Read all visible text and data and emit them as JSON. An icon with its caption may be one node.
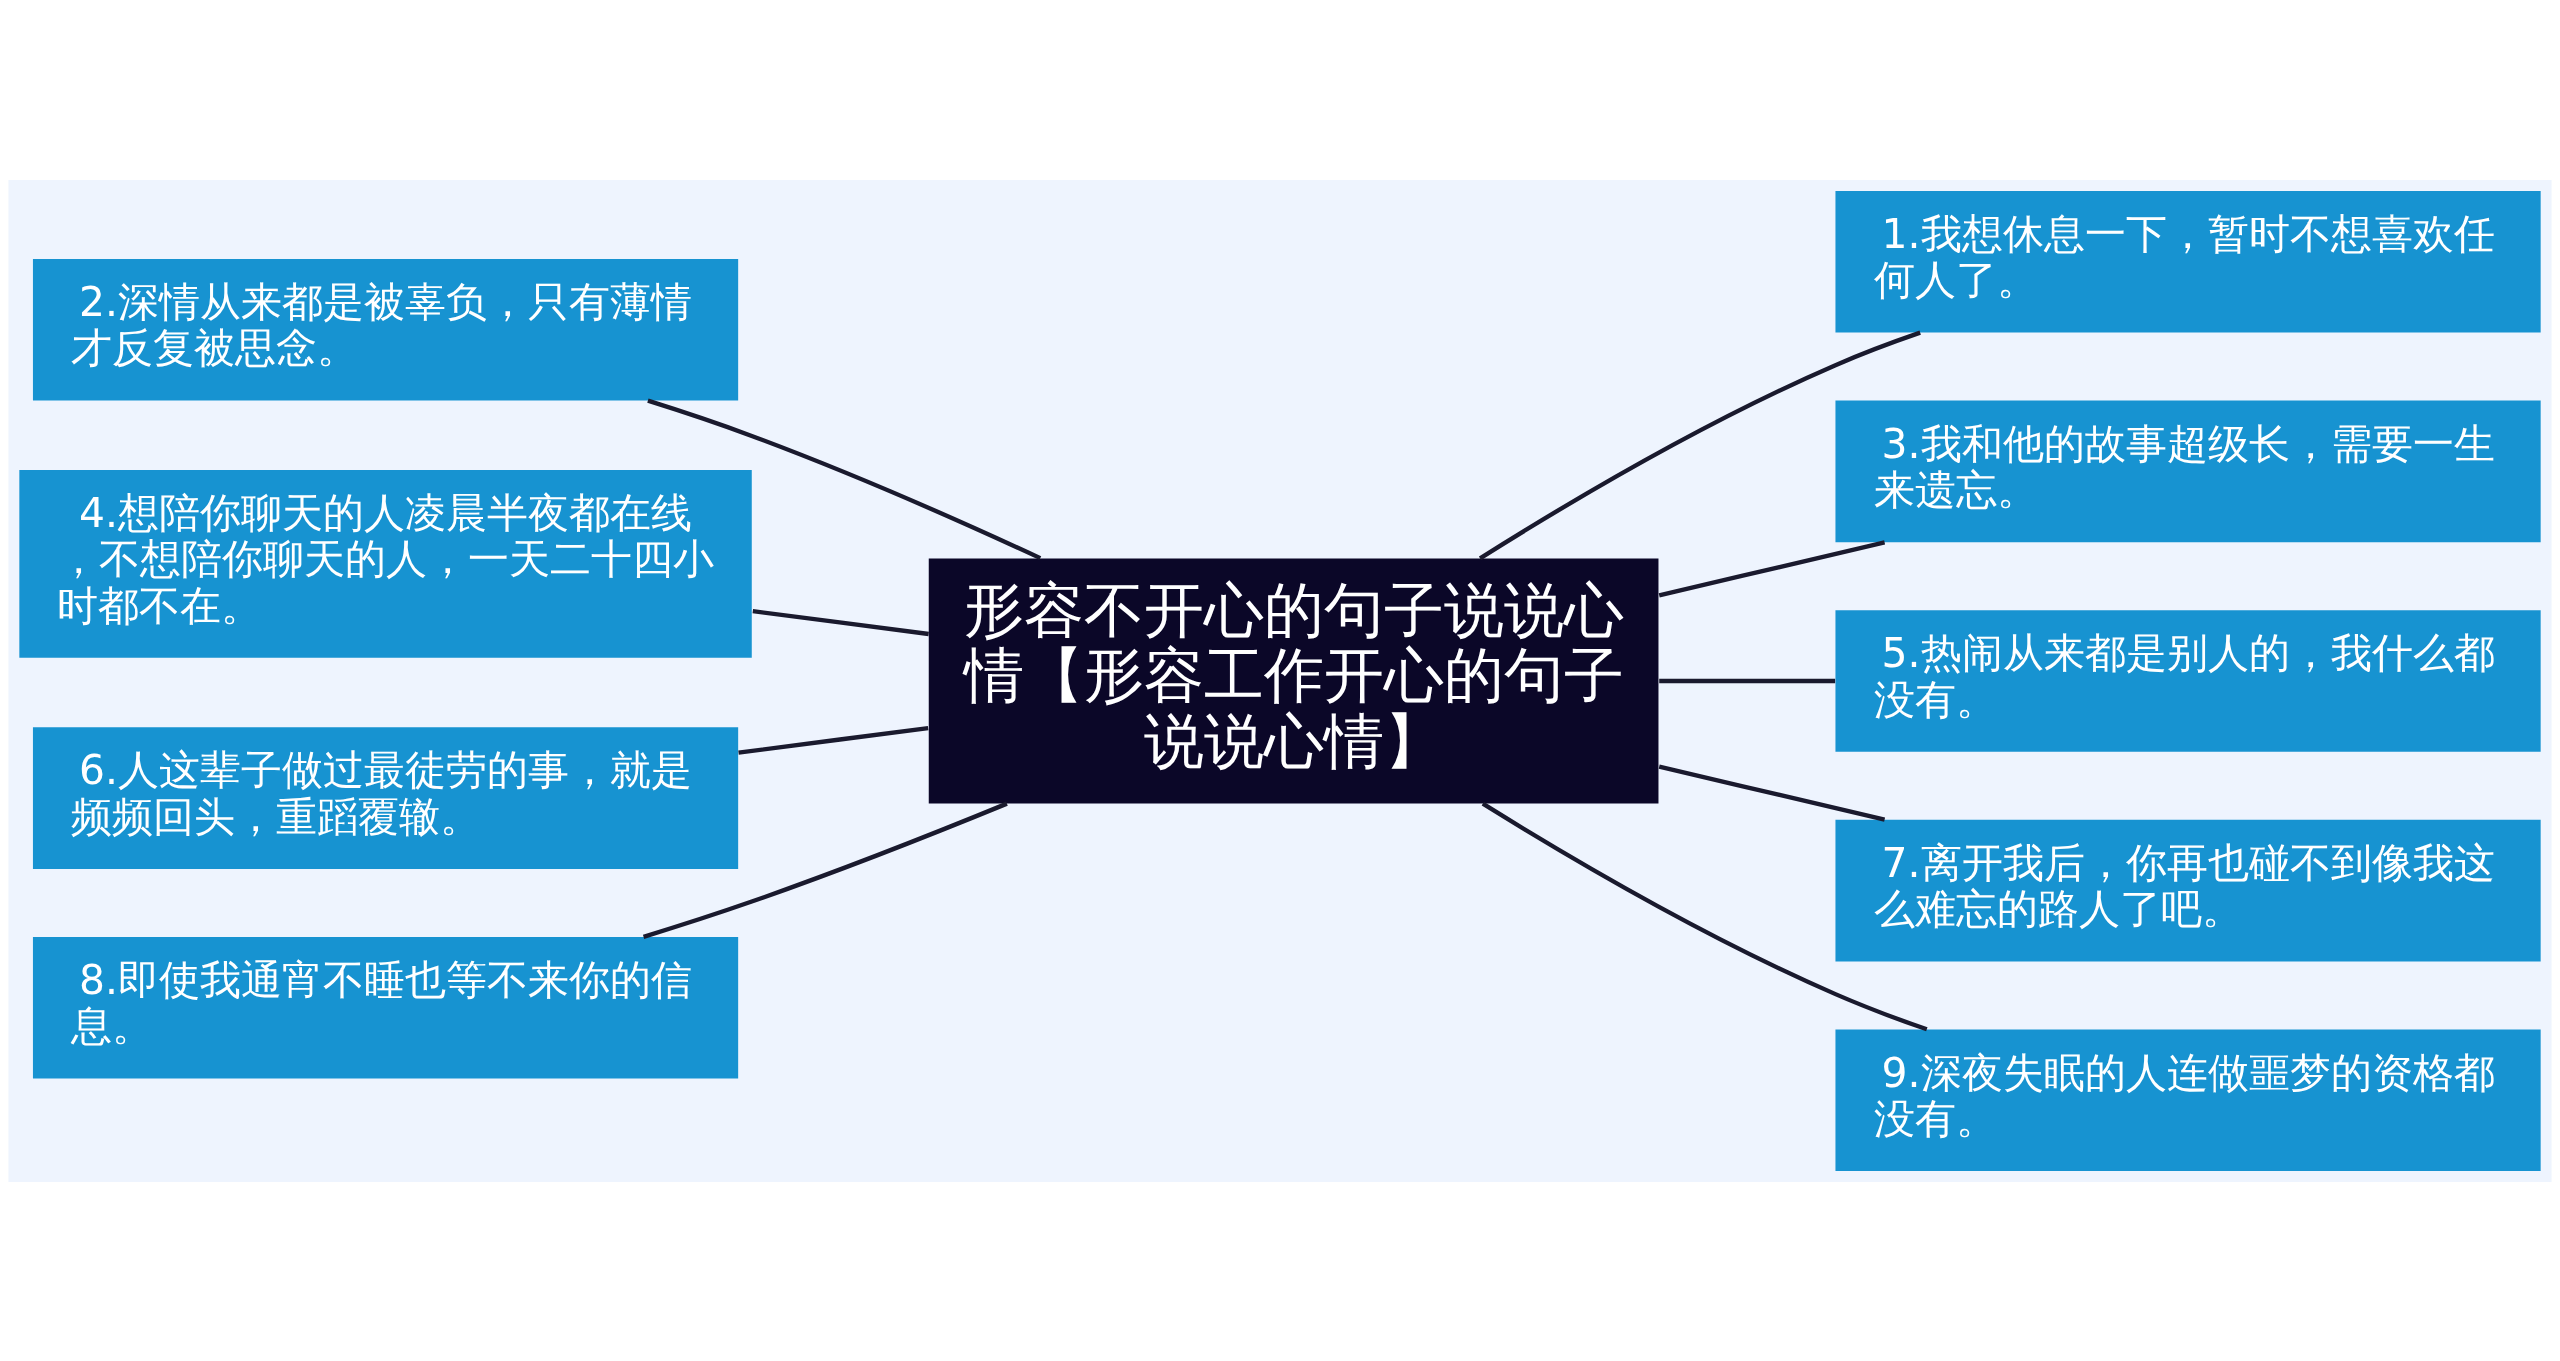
{
  "diagram": {
    "nodes": [
      {
        "text": [
          "形容不开心的句子说说心情【形容工作开心的句子说说心情】"
        ]
      },
      {
        "text": [
          "1.我想休息一下，暂时不想喜欢任何人了。"
        ]
      },
      {
        "text": [
          "2.深情从来都是被辜负，只有薄情才反复被思念。"
        ]
      },
      {
        "text": [
          "3.我和他的故事超级长，需要一生来遗忘。"
        ]
      },
      {
        "text": [
          "4.想陪你聊天的人凌晨半夜都在线，不想陪你聊天的人，一天二十四小时都不在。"
        ]
      },
      {
        "text": [
          "5.热闹从来都是别人的，我什么都没有。"
        ]
      },
      {
        "text": [
          "6.人这辈子做过最徒劳的事，就是频频回头，重蹈覆辙。"
        ]
      },
      {
        "text": [
          "7.离开我后，你再也碰不到像我这么难忘的路人了吧。"
        ]
      },
      {
        "text": [
          "8.即使我通宵不睡也等不来你的信息。"
        ]
      },
      {
        "text": [
          "9.深夜失眠的人连做噩梦的资格都没有。"
        ]
      }
    ],
    "edges": [
      {
        "from": 0,
        "to": 1,
        "arrow": "none"
      },
      {
        "from": 0,
        "to": 2,
        "arrow": "none"
      },
      {
        "from": 0,
        "to": 3,
        "arrow": "none"
      },
      {
        "from": 0,
        "to": 4,
        "arrow": "none"
      },
      {
        "from": 0,
        "to": 5,
        "arrow": "none"
      },
      {
        "from": 0,
        "to": 6,
        "arrow": "none"
      },
      {
        "from": 0,
        "to": 7,
        "arrow": "none"
      },
      {
        "from": 0,
        "to": 8,
        "arrow": "none"
      },
      {
        "from": 0,
        "to": 9,
        "arrow": "none"
      }
    ]
  }
}
